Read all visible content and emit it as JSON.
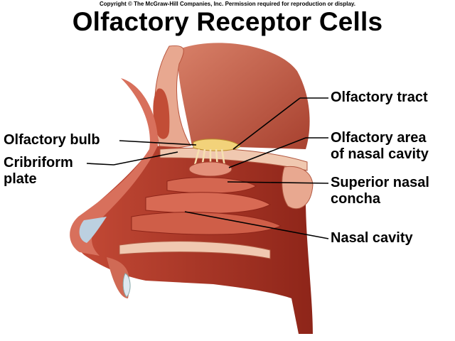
{
  "header": {
    "copyright": "Copyright © The McGraw-Hill Companies, Inc. Permission required for reproduction or display.",
    "title": "Olfactory Receptor Cells"
  },
  "labels": {
    "olfactory_tract": "Olfactory tract",
    "olfactory_area_line1": "Olfactory area",
    "olfactory_area_line2": "of nasal cavity",
    "superior_concha_line1": "Superior nasal",
    "superior_concha_line2": "concha",
    "nasal_cavity": "Nasal cavity",
    "olfactory_bulb": "Olfactory bulb",
    "cribriform_line1": "Cribriform",
    "cribriform_line2": "plate"
  },
  "colors": {
    "tissue_dark": "#9c2a1f",
    "tissue_mid": "#c9503a",
    "tissue_light": "#e0806a",
    "bone": "#f0c8b0",
    "bulb": "#f2d27a",
    "cartilage": "#bcd0e0"
  }
}
